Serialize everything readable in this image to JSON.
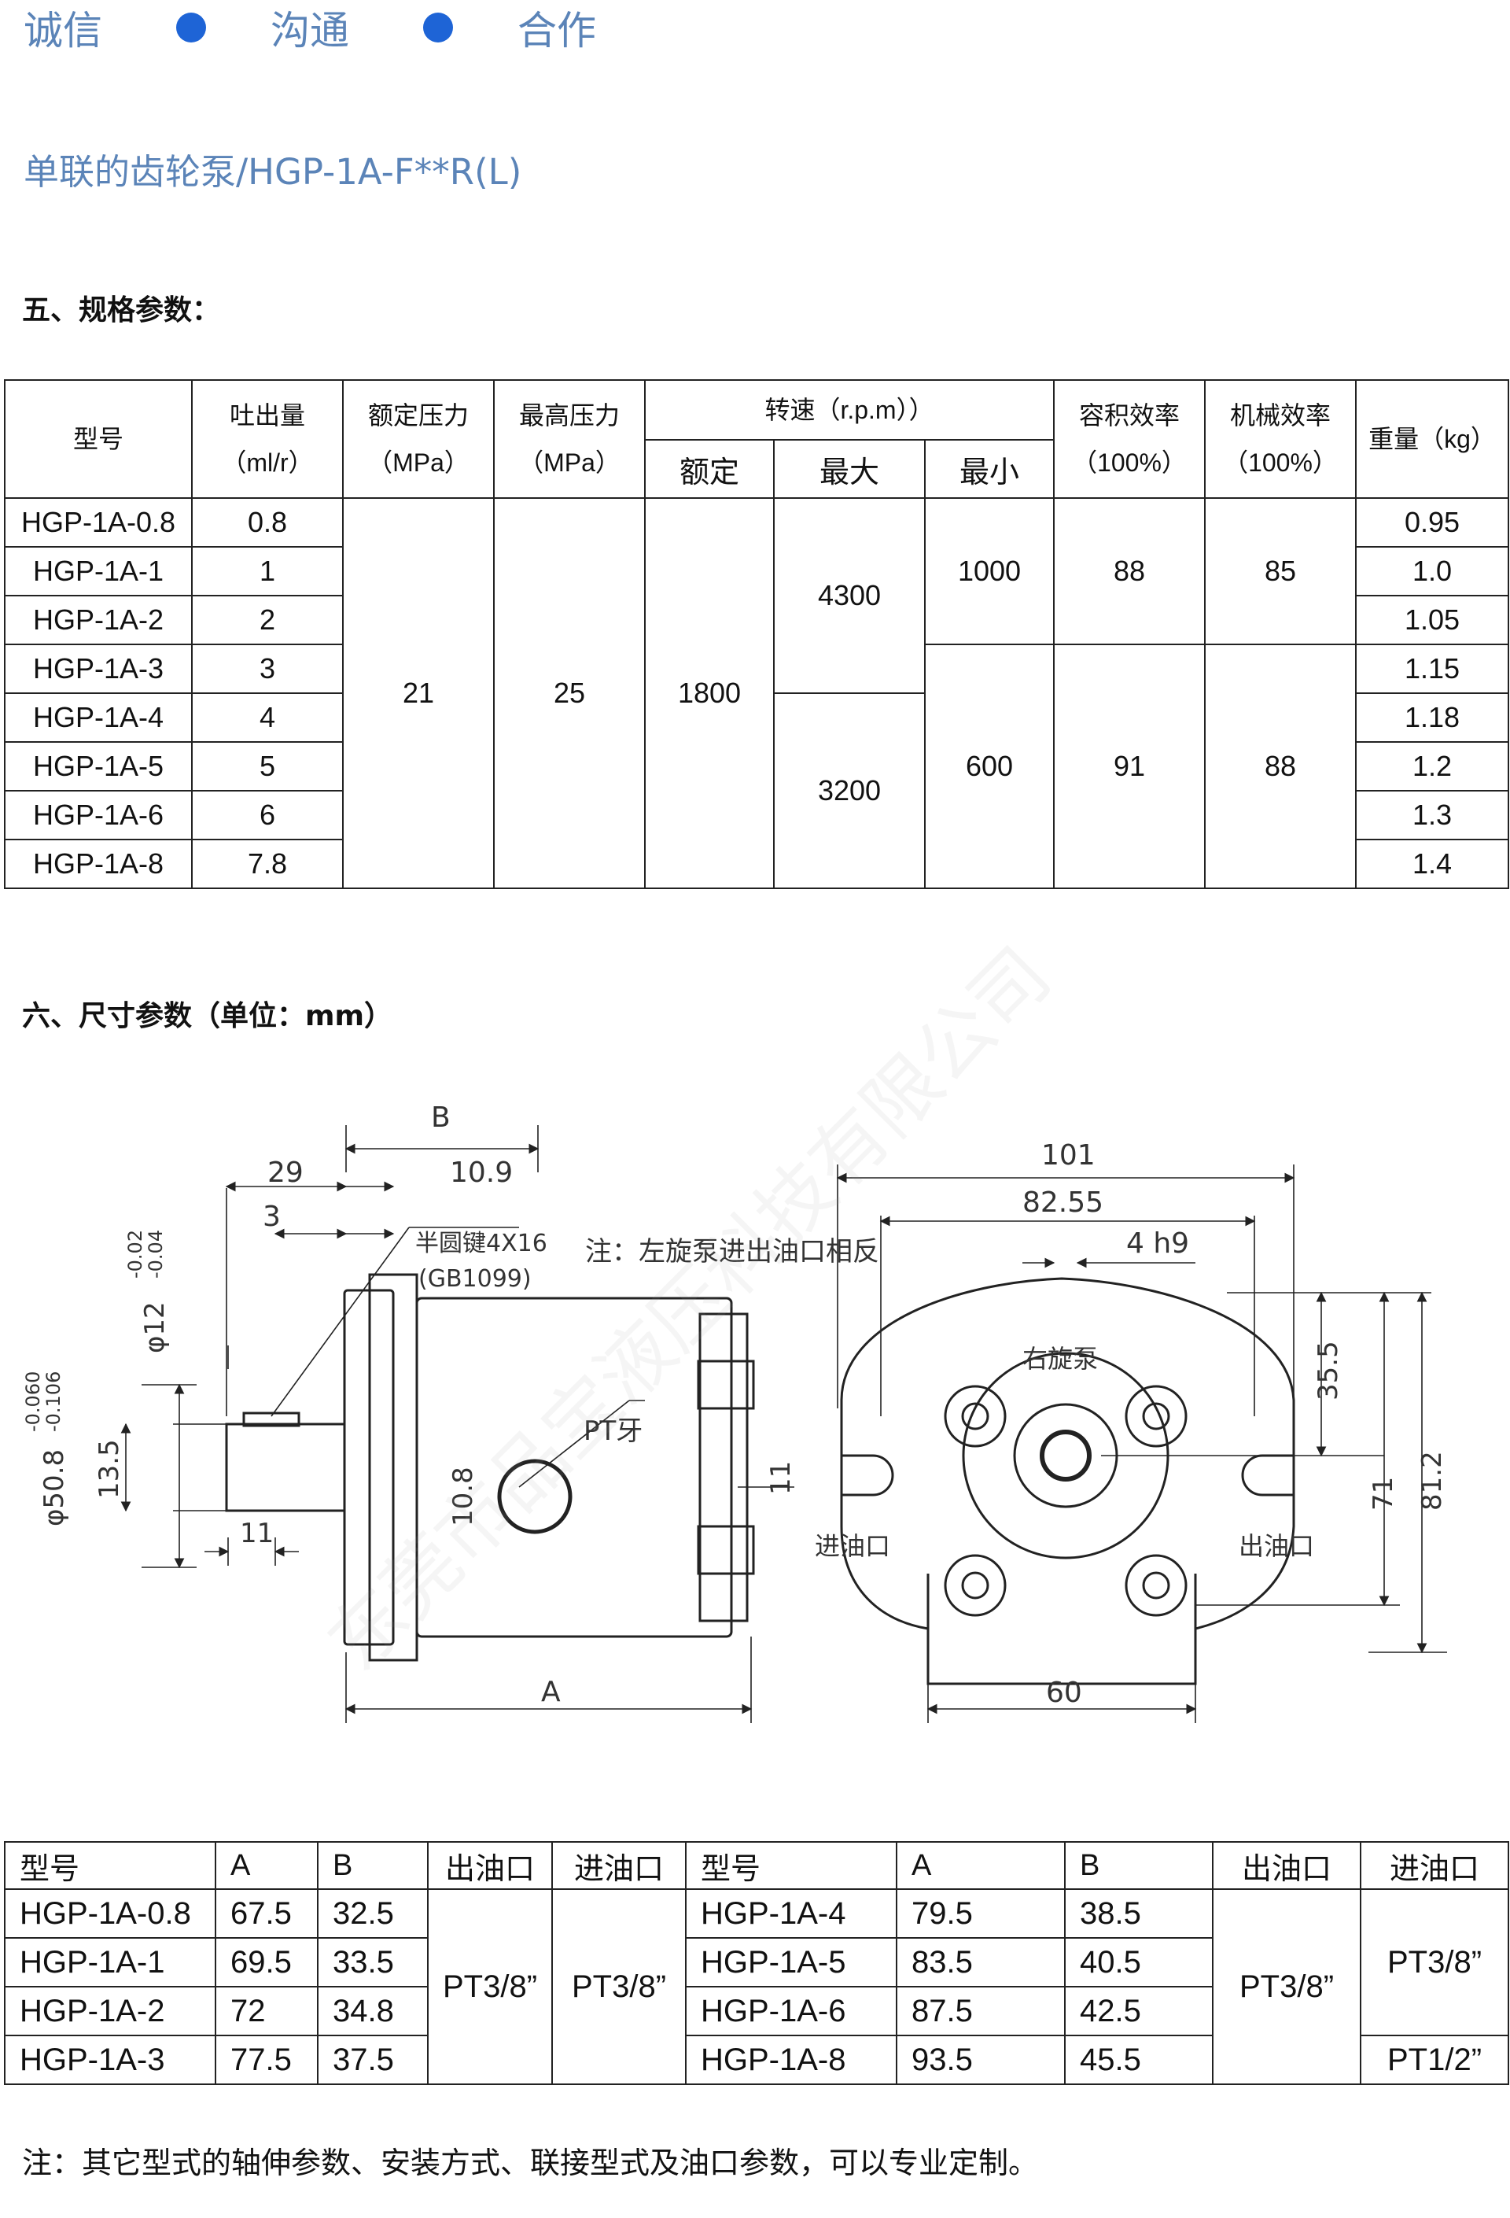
{
  "slogan": {
    "w1": "诚信",
    "w2": "沟通",
    "w3": "合作",
    "dot_color": "#1e64d6",
    "text_color": "#5b84b8"
  },
  "subtitle": "单联的齿轮泵/HGP-1A-F**R(L)",
  "section5_title": "五、规格参数：",
  "spec_table": {
    "headers": {
      "model": "型号",
      "displacement": [
        "吐出量",
        "（ml/r）"
      ],
      "rated_pressure": [
        "额定压力",
        "（MPa）"
      ],
      "max_pressure": [
        "最高压力",
        "（MPa）"
      ],
      "speed": "转速（r.p.m））",
      "speed_rated": "额定",
      "speed_max": "最大",
      "speed_min": "最小",
      "vol_eff": [
        "容积效率",
        "（100%）"
      ],
      "mech_eff": [
        "机械效率",
        "（100%）"
      ],
      "weight": "重量（kg）"
    },
    "rows": [
      {
        "model": "HGP-1A-0.8",
        "disp": "0.8",
        "weight": "0.95"
      },
      {
        "model": "HGP-1A-1",
        "disp": "1",
        "weight": "1.0"
      },
      {
        "model": "HGP-1A-2",
        "disp": "2",
        "weight": "1.05"
      },
      {
        "model": "HGP-1A-3",
        "disp": "3",
        "weight": "1.15"
      },
      {
        "model": "HGP-1A-4",
        "disp": "4",
        "weight": "1.18"
      },
      {
        "model": "HGP-1A-5",
        "disp": "5",
        "weight": "1.2"
      },
      {
        "model": "HGP-1A-6",
        "disp": "6",
        "weight": "1.3"
      },
      {
        "model": "HGP-1A-8",
        "disp": "7.8",
        "weight": "1.4"
      }
    ],
    "rated_pressure": "21",
    "max_pressure": "25",
    "speed_rated": "1800",
    "speed_max_a": "4300",
    "speed_max_b": "3200",
    "speed_min_a": "1000",
    "speed_min_b": "600",
    "vol_eff_a": "88",
    "vol_eff_b": "91",
    "mech_eff_a": "85",
    "mech_eff_b": "88"
  },
  "section6_title": "六、尺寸参数（单位：mm）",
  "drawing": {
    "left": {
      "B": "B",
      "d29": "29",
      "d10_9": "10.9",
      "d3": "3",
      "key": "半圆键4X16",
      "gb": "(GB1099)",
      "tol12": "-0.02",
      "tol12b": "-0.04",
      "phi12": "φ12",
      "tol50": "-0.060",
      "tol50b": "-0.106",
      "phi50": "φ50.8",
      "d13_5": "13.5",
      "d11": "11",
      "pt": "PT牙",
      "d10_8": "10.8",
      "A": "A"
    },
    "note": "注：左旋泵进出油口相反",
    "right": {
      "d101": "101",
      "d82_55": "82.55",
      "h9": "4  h9",
      "rot": "右旋泵",
      "d35_5": "35.5",
      "d71": "71",
      "d81_2": "81.2",
      "d11": "11",
      "inlet": "进油口",
      "outlet": "出油口",
      "d60": "60"
    }
  },
  "dim_table": {
    "headers": [
      "型号",
      "A",
      "B",
      "出油口",
      "进油口",
      "型号",
      "A",
      "B",
      "出油口",
      "进油口"
    ],
    "left_rows": [
      {
        "model": "HGP-1A-0.8",
        "A": "67.5",
        "B": "32.5"
      },
      {
        "model": "HGP-1A-1",
        "A": "69.5",
        "B": "33.5"
      },
      {
        "model": "HGP-1A-2",
        "A": "72",
        "B": "34.8"
      },
      {
        "model": "HGP-1A-3",
        "A": "77.5",
        "B": "37.5"
      }
    ],
    "left_outlet": "PT3/8”",
    "left_inlet": "PT3/8”",
    "right_rows": [
      {
        "model": "HGP-1A-4",
        "A": "79.5",
        "B": "38.5"
      },
      {
        "model": "HGP-1A-5",
        "A": "83.5",
        "B": "40.5"
      },
      {
        "model": "HGP-1A-6",
        "A": "87.5",
        "B": "42.5"
      },
      {
        "model": "HGP-1A-8",
        "A": "93.5",
        "B": "45.5"
      }
    ],
    "right_outlet": "PT3/8”",
    "right_inlet_a": "PT3/8”",
    "right_inlet_b": "PT1/2”"
  },
  "footer_note": "注：其它型式的轴伸参数、安装方式、联接型式及油口参数，可以专业定制。",
  "watermark": "东莞市品宝液压科技有限公司"
}
